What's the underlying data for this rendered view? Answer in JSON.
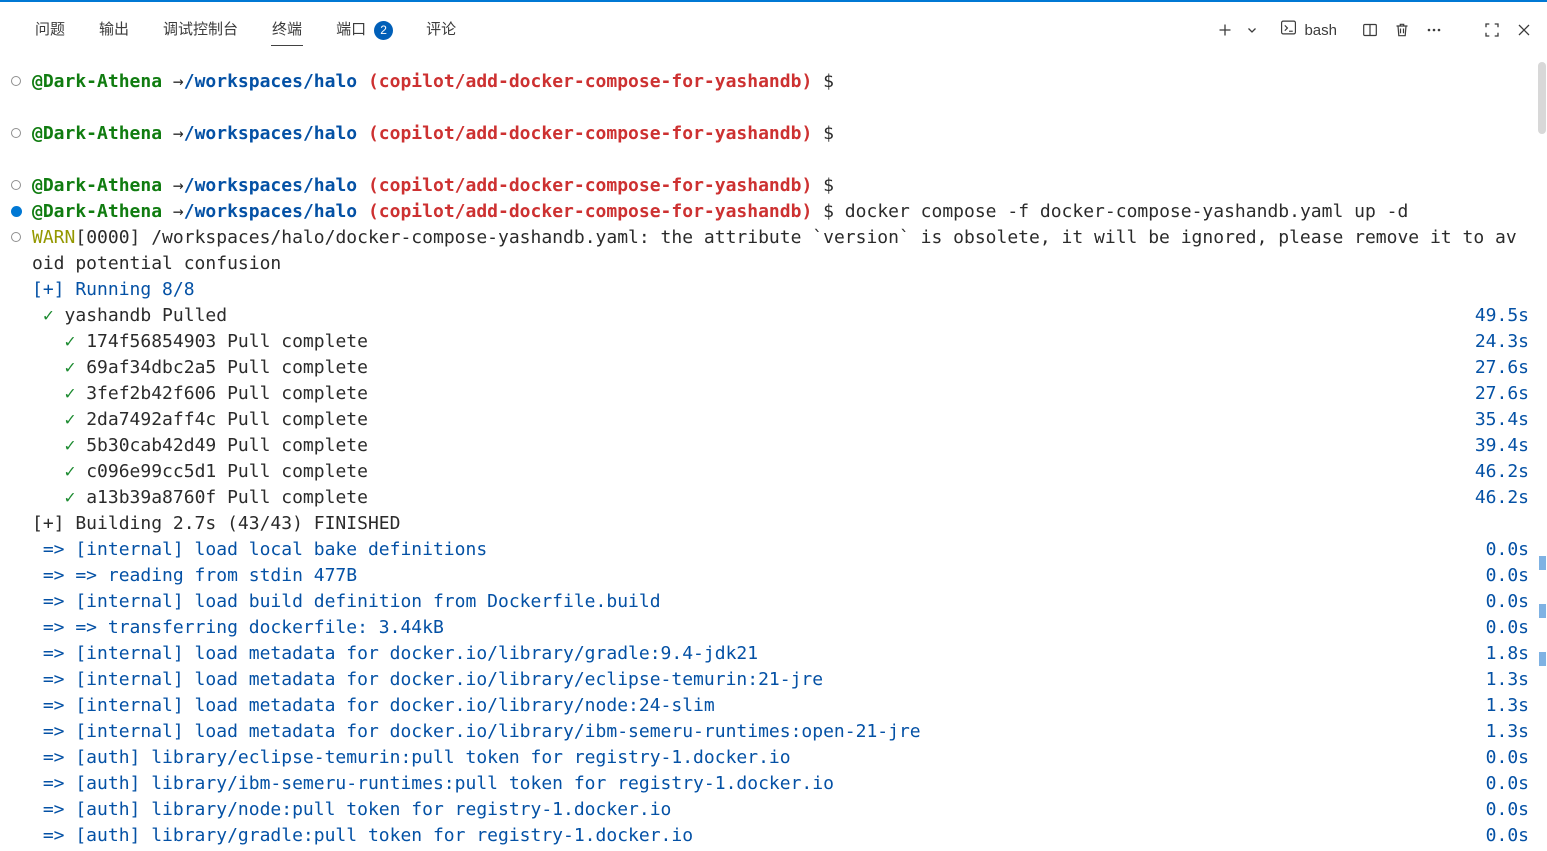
{
  "colors": {
    "accent": "#005fb8",
    "top_border": "#0078d4",
    "ansi_green": "#107c10",
    "ansi_blue": "#0451a5",
    "ansi_red": "#cd3131",
    "ansi_yellow": "#949800",
    "foreground": "#2b2b2b",
    "check_green": "#1b8a2f"
  },
  "panel": {
    "tabs": [
      {
        "id": "problems",
        "label": "问题",
        "active": false,
        "badge": ""
      },
      {
        "id": "output",
        "label": "输出",
        "active": false,
        "badge": ""
      },
      {
        "id": "debug-console",
        "label": "调试控制台",
        "active": false,
        "badge": ""
      },
      {
        "id": "terminal",
        "label": "终端",
        "active": true,
        "badge": ""
      },
      {
        "id": "ports",
        "label": "端口",
        "active": false,
        "badge": "2"
      },
      {
        "id": "comments",
        "label": "评论",
        "active": false,
        "badge": ""
      }
    ],
    "toolbar": {
      "shell_name": "bash"
    }
  },
  "terminal": {
    "prompt": {
      "user": "@Dark-Athena",
      "arrow": " →",
      "cwd": "/workspaces/halo",
      "branch_open": " (",
      "branch": "copilot/add-docker-compose-for-yashandb",
      "branch_close": ")",
      "dollar": " $"
    },
    "rows": [
      {
        "deco": "outline",
        "type": "prompt"
      },
      {
        "type": "blank"
      },
      {
        "deco": "outline",
        "type": "prompt"
      },
      {
        "type": "blank"
      },
      {
        "deco": "outline",
        "type": "prompt"
      },
      {
        "deco": "filled",
        "type": "prompt",
        "command": "docker compose -f docker-compose-yashandb.yaml up -d"
      },
      {
        "deco": "outline",
        "parts": [
          {
            "c": "yellow",
            "t": "WARN"
          },
          {
            "c": "def",
            "t": "[0000] /workspaces/halo/docker-compose-yashandb.yaml: the attribute `version` is obsolete, it will be ignored, please remove it to av"
          }
        ]
      },
      {
        "parts": [
          {
            "c": "def",
            "t": "oid potential confusion"
          }
        ]
      },
      {
        "parts": [
          {
            "c": "blue",
            "t": "[+] Running 8/8"
          }
        ]
      },
      {
        "parts": [
          {
            "c": "def",
            "t": " "
          },
          {
            "c": "check",
            "t": "✓"
          },
          {
            "c": "def",
            "t": " yashandb Pulled"
          }
        ],
        "time": "49.5s"
      },
      {
        "parts": [
          {
            "c": "def",
            "t": "   "
          },
          {
            "c": "check",
            "t": "✓"
          },
          {
            "c": "def",
            "t": " 174f56854903 Pull complete"
          }
        ],
        "time": "24.3s"
      },
      {
        "parts": [
          {
            "c": "def",
            "t": "   "
          },
          {
            "c": "check",
            "t": "✓"
          },
          {
            "c": "def",
            "t": " 69af34dbc2a5 Pull complete"
          }
        ],
        "time": "27.6s"
      },
      {
        "parts": [
          {
            "c": "def",
            "t": "   "
          },
          {
            "c": "check",
            "t": "✓"
          },
          {
            "c": "def",
            "t": " 3fef2b42f606 Pull complete"
          }
        ],
        "time": "27.6s"
      },
      {
        "parts": [
          {
            "c": "def",
            "t": "   "
          },
          {
            "c": "check",
            "t": "✓"
          },
          {
            "c": "def",
            "t": " 2da7492aff4c Pull complete"
          }
        ],
        "time": "35.4s"
      },
      {
        "parts": [
          {
            "c": "def",
            "t": "   "
          },
          {
            "c": "check",
            "t": "✓"
          },
          {
            "c": "def",
            "t": " 5b30cab42d49 Pull complete"
          }
        ],
        "time": "39.4s"
      },
      {
        "parts": [
          {
            "c": "def",
            "t": "   "
          },
          {
            "c": "check",
            "t": "✓"
          },
          {
            "c": "def",
            "t": " c096e99cc5d1 Pull complete"
          }
        ],
        "time": "46.2s"
      },
      {
        "parts": [
          {
            "c": "def",
            "t": "   "
          },
          {
            "c": "check",
            "t": "✓"
          },
          {
            "c": "def",
            "t": " a13b39a8760f Pull complete"
          }
        ],
        "time": "46.2s"
      },
      {
        "parts": [
          {
            "c": "def",
            "t": "[+] Building 2.7s (43/43) FINISHED"
          }
        ]
      },
      {
        "parts": [
          {
            "c": "blue",
            "t": " => [internal] load local bake definitions"
          }
        ],
        "time": "0.0s"
      },
      {
        "parts": [
          {
            "c": "blue",
            "t": " => => reading from stdin 477B"
          }
        ],
        "time": "0.0s"
      },
      {
        "parts": [
          {
            "c": "blue",
            "t": " => [internal] load build definition from Dockerfile.build"
          }
        ],
        "time": "0.0s"
      },
      {
        "parts": [
          {
            "c": "blue",
            "t": " => => transferring dockerfile: 3.44kB"
          }
        ],
        "time": "0.0s"
      },
      {
        "parts": [
          {
            "c": "blue",
            "t": " => [internal] load metadata for docker.io/library/gradle:9.4-jdk21"
          }
        ],
        "time": "1.8s"
      },
      {
        "parts": [
          {
            "c": "blue",
            "t": " => [internal] load metadata for docker.io/library/eclipse-temurin:21-jre"
          }
        ],
        "time": "1.3s"
      },
      {
        "parts": [
          {
            "c": "blue",
            "t": " => [internal] load metadata for docker.io/library/node:24-slim"
          }
        ],
        "time": "1.3s"
      },
      {
        "parts": [
          {
            "c": "blue",
            "t": " => [internal] load metadata for docker.io/library/ibm-semeru-runtimes:open-21-jre"
          }
        ],
        "time": "1.3s"
      },
      {
        "parts": [
          {
            "c": "blue",
            "t": " => [auth] library/eclipse-temurin:pull token for registry-1.docker.io"
          }
        ],
        "time": "0.0s"
      },
      {
        "parts": [
          {
            "c": "blue",
            "t": " => [auth] library/ibm-semeru-runtimes:pull token for registry-1.docker.io"
          }
        ],
        "time": "0.0s"
      },
      {
        "parts": [
          {
            "c": "blue",
            "t": " => [auth] library/node:pull token for registry-1.docker.io"
          }
        ],
        "time": "0.0s"
      },
      {
        "parts": [
          {
            "c": "blue",
            "t": " => [auth] library/gradle:pull token for registry-1.docker.io"
          }
        ],
        "time": "0.0s"
      }
    ]
  }
}
